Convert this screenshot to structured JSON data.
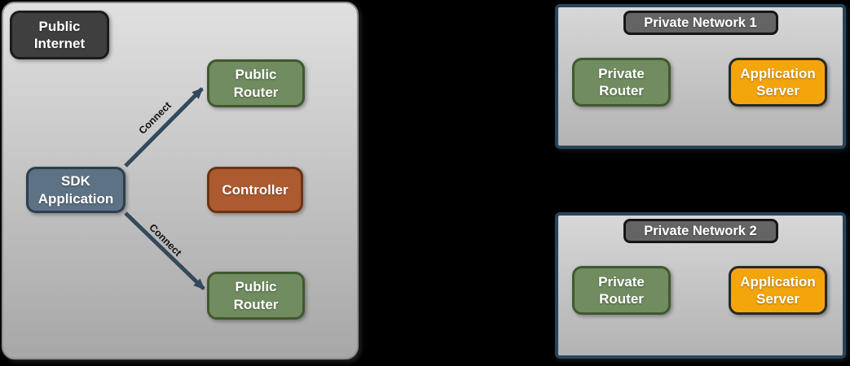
{
  "colors": {
    "canvas-bg": "#000000",
    "zone-bg-top": "#e0e0e0",
    "zone-bg-bottom": "#a7a7a7",
    "zone-border": "#8f8f8f",
    "panel-border": "#27455d",
    "panel-bg-top": "#d7d7d7",
    "panel-bg-bottom": "#b3b3b3",
    "node-dark-bg": "#3f3f3f",
    "node-dark-border": "#1c1c1c",
    "node-green-bg": "#708c60",
    "node-green-border": "#41592e",
    "node-slate-bg": "#5e7285",
    "node-slate-border": "#2d3e4f",
    "node-rust-bg": "#ae5a31",
    "node-rust-border": "#6c3213",
    "node-orange-bg": "#f5a50c",
    "node-orange-border": "#282828",
    "netlabel-bg": "#646464",
    "netlabel-border": "#161616",
    "arrow": "#33495c",
    "label-text": "#ffffff",
    "connect-text": "#111111"
  },
  "public_internet_zone": {
    "zone_label": "Public Internet",
    "nodes": {
      "public_router_top": "Public Router",
      "sdk_application": "SDK Application",
      "controller": "Controller",
      "public_router_bottom": "Public Router"
    },
    "connections": [
      {
        "from": "SDK Application",
        "to": "Public Router",
        "label": "Connect"
      },
      {
        "from": "SDK Application",
        "to": "Public Router",
        "label": "Connect"
      }
    ]
  },
  "private_networks": [
    {
      "title": "Private Network 1",
      "router_label": "Private Router",
      "server_label": "Application Server"
    },
    {
      "title": "Private Network 2",
      "router_label": "Private Router",
      "server_label": "Application Server"
    }
  ]
}
